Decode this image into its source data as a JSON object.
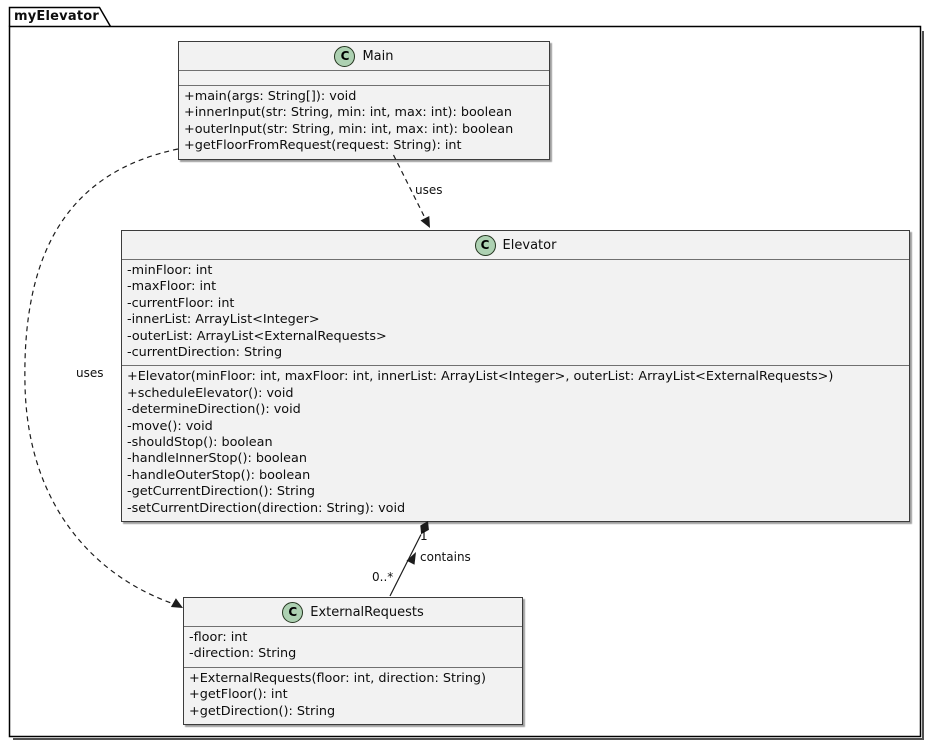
{
  "frame": {
    "title": "myElevator"
  },
  "colors": {
    "class_icon_bg": "#ADD1B2",
    "class_box_bg": "#F2F2F2",
    "line_color": "#1c1c1c"
  },
  "classes": [
    {
      "icon_letter": "C",
      "name": "Main",
      "fields": [],
      "methods": [
        "+main(args: String[]): void",
        "+innerInput(str: String, min: int, max: int): boolean",
        "+outerInput(str: String, min: int, max: int): boolean",
        "+getFloorFromRequest(request: String): int"
      ]
    },
    {
      "icon_letter": "C",
      "name": "Elevator",
      "fields": [
        "-minFloor: int",
        "-maxFloor: int",
        "-currentFloor: int",
        "-innerList: ArrayList<Integer>",
        "-outerList: ArrayList<ExternalRequests>",
        "-currentDirection: String"
      ],
      "methods": [
        "+Elevator(minFloor: int, maxFloor: int, innerList: ArrayList<Integer>, outerList: ArrayList<ExternalRequests>)",
        "+scheduleElevator(): void",
        "-determineDirection(): void",
        "-move(): void",
        "-shouldStop(): boolean",
        "-handleInnerStop(): boolean",
        "-handleOuterStop(): boolean",
        "-getCurrentDirection(): String",
        "-setCurrentDirection(direction: String): void"
      ]
    },
    {
      "icon_letter": "C",
      "name": "ExternalRequests",
      "fields": [
        "-floor: int",
        "-direction: String"
      ],
      "methods": [
        "+ExternalRequests(floor: int, direction: String)",
        "+getFloor(): int",
        "+getDirection(): String"
      ]
    }
  ],
  "relationships": {
    "main_uses_elevator": {
      "label": "uses"
    },
    "main_uses_external_requests": {
      "label": "uses"
    },
    "elevator_contains_external_requests": {
      "label": "contains",
      "source_multiplicity": "1",
      "target_multiplicity": "0..*"
    }
  }
}
